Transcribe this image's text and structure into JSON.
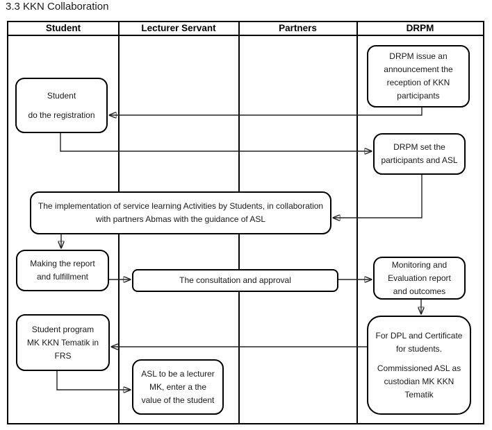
{
  "title": "3.3 KKN Collaboration",
  "lanes": [
    {
      "label": "Student"
    },
    {
      "label": "Lecturer Servant"
    },
    {
      "label": "Partners"
    },
    {
      "label": "DRPM"
    }
  ],
  "nodes": {
    "announcement": {
      "text": "DRPM issue an\nannouncement the\nreception of KKN\nparticipants"
    },
    "registration": {
      "line1": "Student",
      "line2": "do the registration"
    },
    "set_participants": {
      "text": "DRPM set the\nparticipants and ASL"
    },
    "implementation": {
      "text": "The implementation of service learning Activities by Students, in collaboration\nwith partners Abmas with the guidance of ASL"
    },
    "report": {
      "text": "Making the report\nand fulfillment"
    },
    "consultation": {
      "text": "The consultation and approval"
    },
    "monitoring": {
      "text": "Monitoring and\nEvaluation report\nand outcomes"
    },
    "certificate": {
      "line1": "For DPL and Certificate\nfor students.",
      "line2": "Commissioned ASL as\ncustodian MK KKN\nTematik"
    },
    "frs": {
      "text": "Student program\nMK KKN Tematik in\nFRS"
    },
    "lecturer_mk": {
      "text": "ASL to be a lecturer\nMK, enter a the\nvalue of the student"
    }
  },
  "colors": {
    "border": "#000000",
    "connector": "#222222",
    "background": "#ffffff"
  }
}
